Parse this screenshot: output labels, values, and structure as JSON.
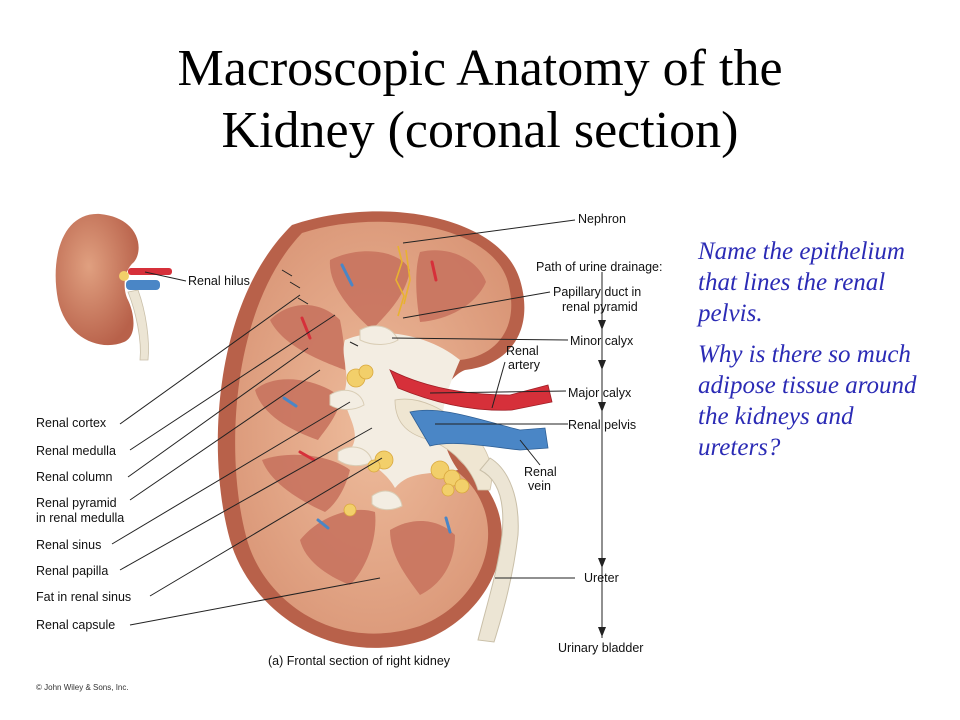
{
  "slide": {
    "title_line1": "Macroscopic Anatomy of the",
    "title_line2": "Kidney (coronal section)"
  },
  "diagram": {
    "labels": {
      "renal_hilus": "Renal hilus",
      "nephron": "Nephron",
      "path_of_urine": "Path of urine drainage:",
      "papillary_duct_1": "Papillary duct in",
      "papillary_duct_2": "renal pyramid",
      "minor_calyx": "Minor calyx",
      "renal_artery_1": "Renal",
      "renal_artery_2": "artery",
      "major_calyx": "Major calyx",
      "renal_pelvis": "Renal pelvis",
      "renal_vein_1": "Renal",
      "renal_vein_2": "vein",
      "ureter": "Ureter",
      "urinary_bladder": "Urinary bladder",
      "renal_cortex": "Renal cortex",
      "renal_medulla": "Renal medulla",
      "renal_column": "Renal column",
      "renal_pyramid_1": "Renal pyramid",
      "renal_pyramid_2": "in renal medulla",
      "renal_sinus": "Renal sinus",
      "renal_papilla": "Renal papilla",
      "fat_in_sinus": "Fat in renal sinus",
      "renal_capsule": "Renal capsule",
      "caption": "(a) Frontal section of right kidney",
      "copyright": "© John Wiley & Sons, Inc."
    },
    "colors": {
      "capsule": "#b8614a",
      "cortex": "#e4a582",
      "pyramid": "#c97560",
      "sinus": "#f3ede2",
      "artery": "#d6303a",
      "vein": "#4a86c6",
      "fat": "#f2cf6a",
      "ureter": "#ece5d4"
    }
  },
  "questions": {
    "q1": "Name the epithelium that lines the renal pelvis.",
    "q2": "Why is there so much adipose tissue around the kidneys and ureters?"
  }
}
